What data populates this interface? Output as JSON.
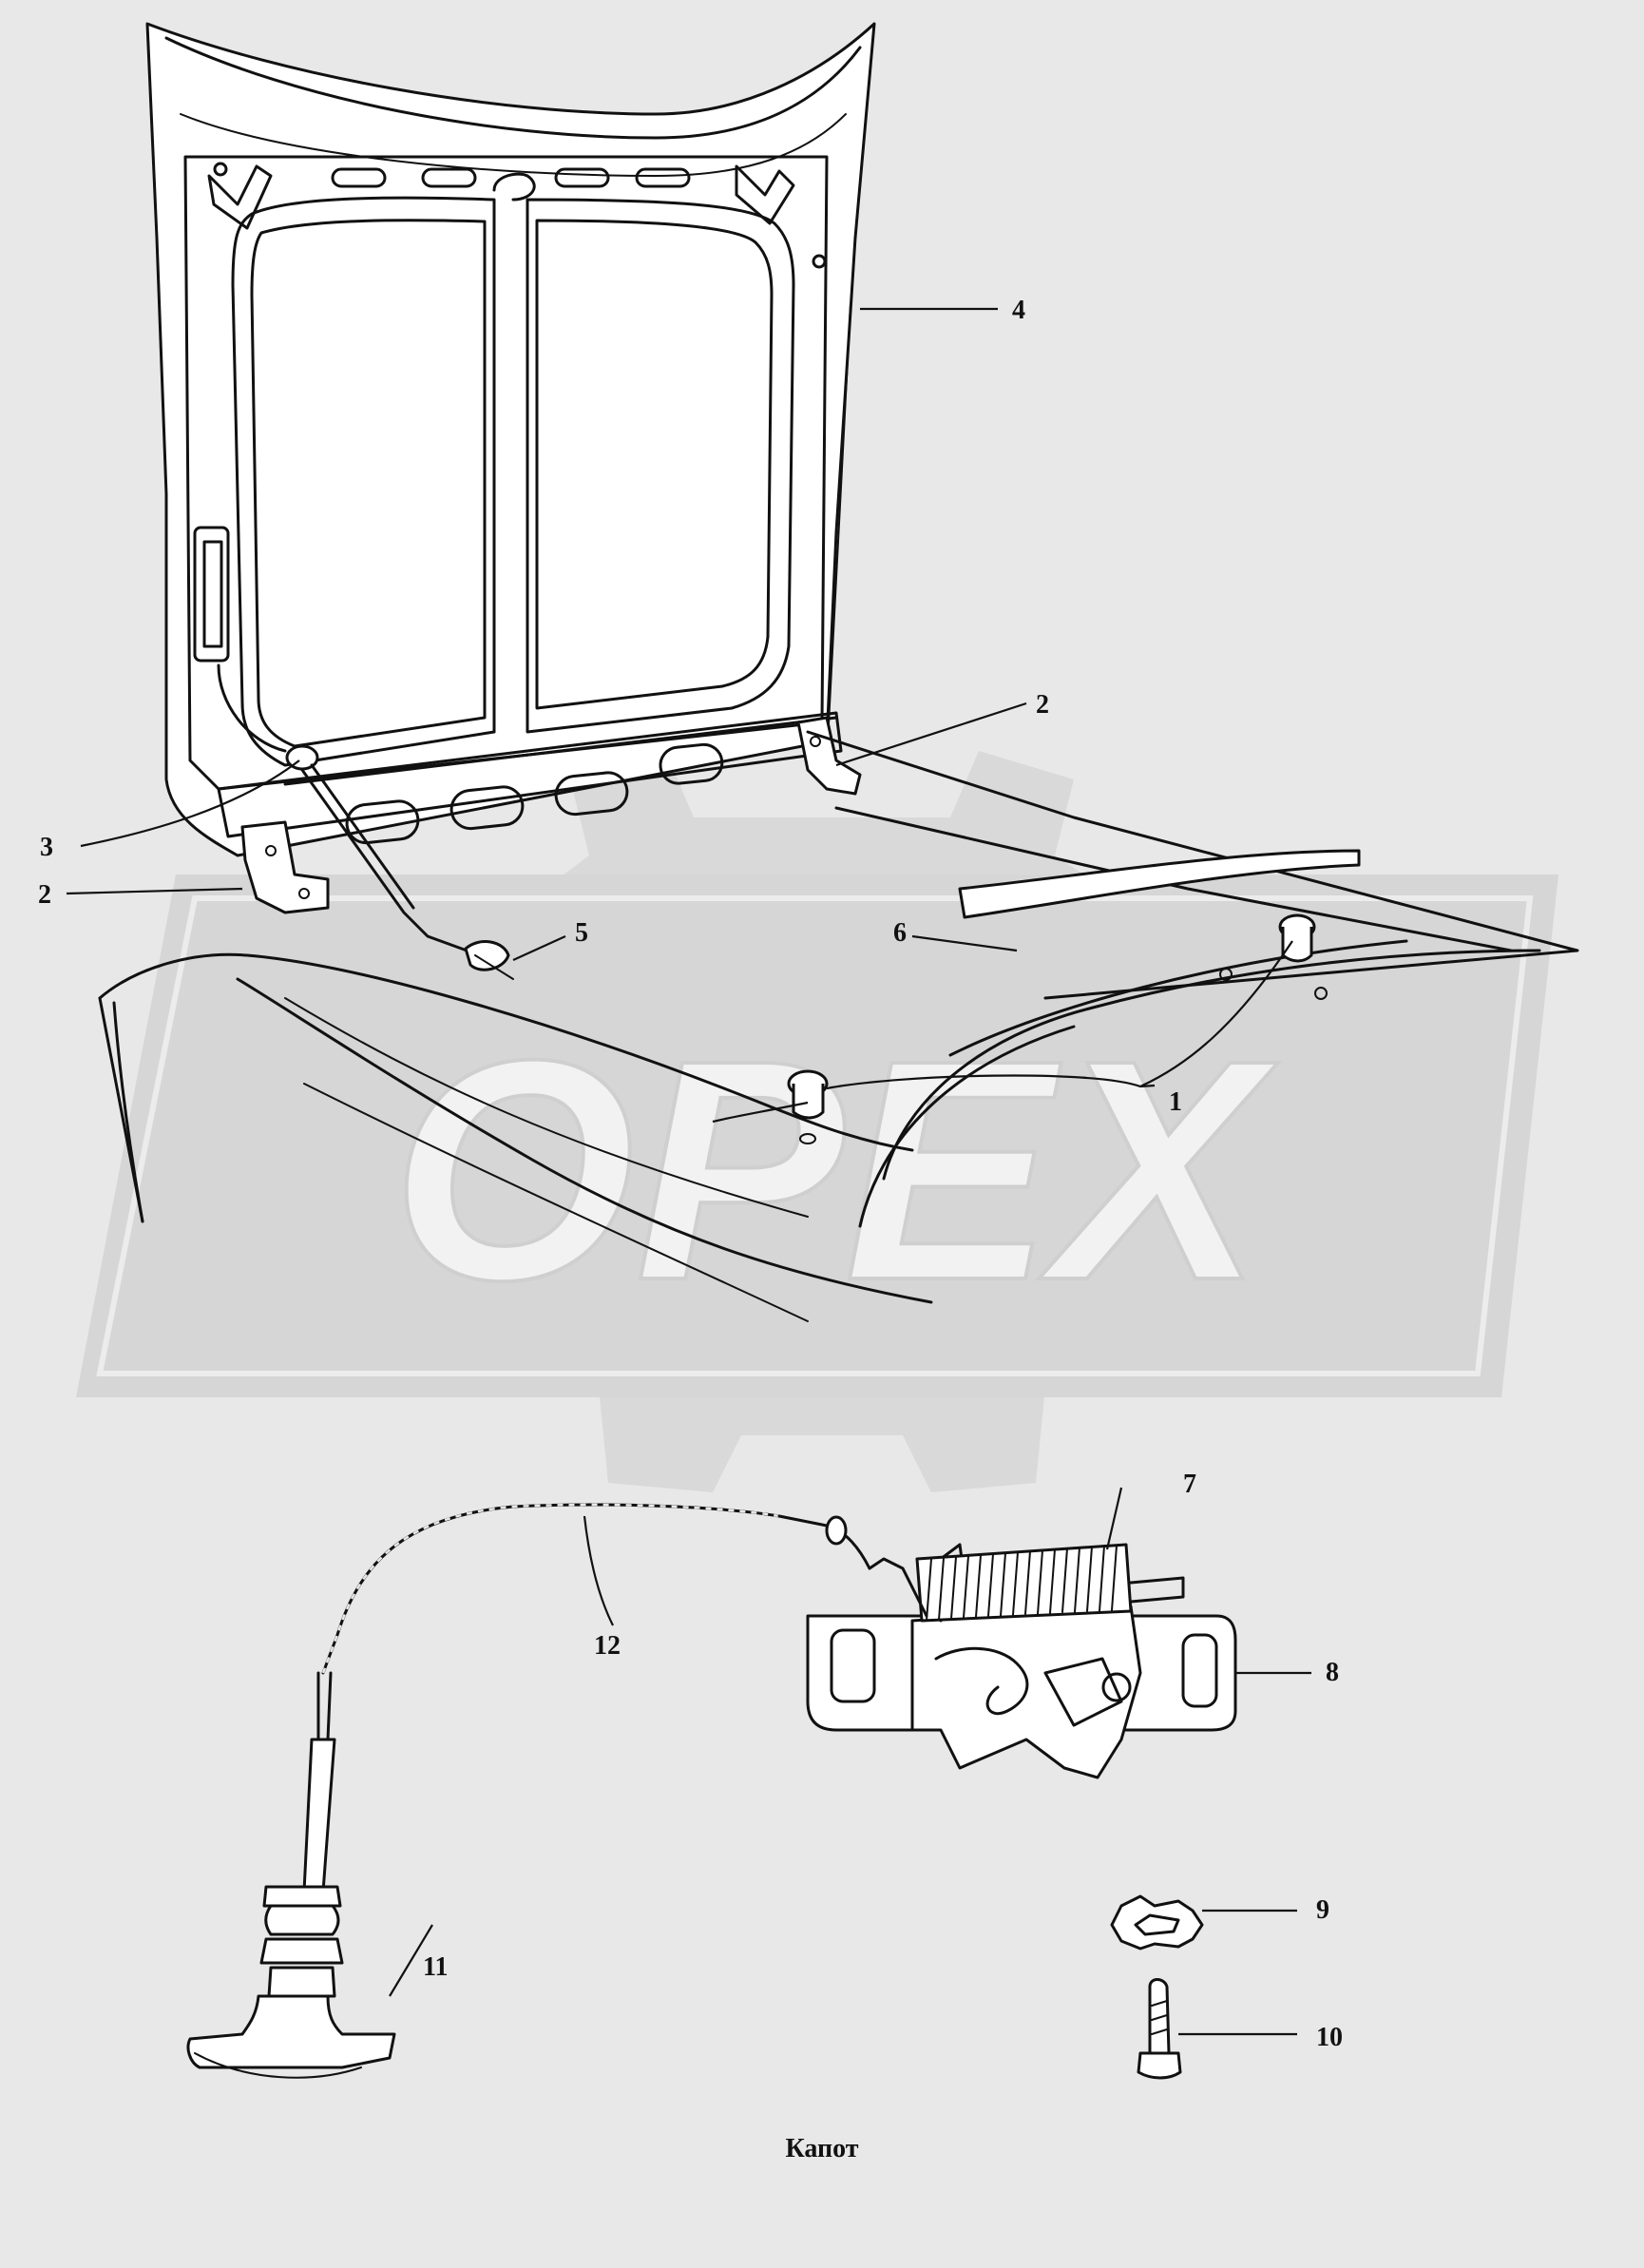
{
  "watermark": {
    "text": "OPEX",
    "color": "#d4d4d4"
  },
  "caption": "Капот",
  "callouts": [
    {
      "id": "1",
      "label": "1"
    },
    {
      "id": "2a",
      "label": "2"
    },
    {
      "id": "2b",
      "label": "2"
    },
    {
      "id": "3",
      "label": "3"
    },
    {
      "id": "4",
      "label": "4"
    },
    {
      "id": "5",
      "label": "5"
    },
    {
      "id": "6",
      "label": "6"
    },
    {
      "id": "7",
      "label": "7"
    },
    {
      "id": "8",
      "label": "8"
    },
    {
      "id": "9",
      "label": "9"
    },
    {
      "id": "10",
      "label": "10"
    },
    {
      "id": "11",
      "label": "11"
    },
    {
      "id": "12",
      "label": "12"
    }
  ],
  "colors": {
    "background": "#e8e8e8",
    "ink": "#111111",
    "part_fill": "#ffffff"
  }
}
